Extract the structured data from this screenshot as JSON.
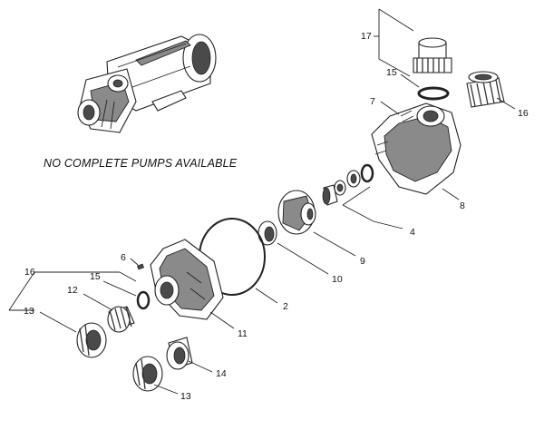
{
  "note_text": "NO COMPLETE PUMPS AVAILABLE",
  "callouts": {
    "c17": "17",
    "c15a": "15",
    "c16a": "16",
    "c7": "7",
    "c8": "8",
    "c4": "4",
    "c9": "9",
    "c10": "10",
    "c2": "2",
    "c11": "11",
    "c6": "6",
    "c16b": "16",
    "c15b": "15",
    "c12": "12",
    "c13a": "13",
    "c14": "14",
    "c13b": "13"
  }
}
